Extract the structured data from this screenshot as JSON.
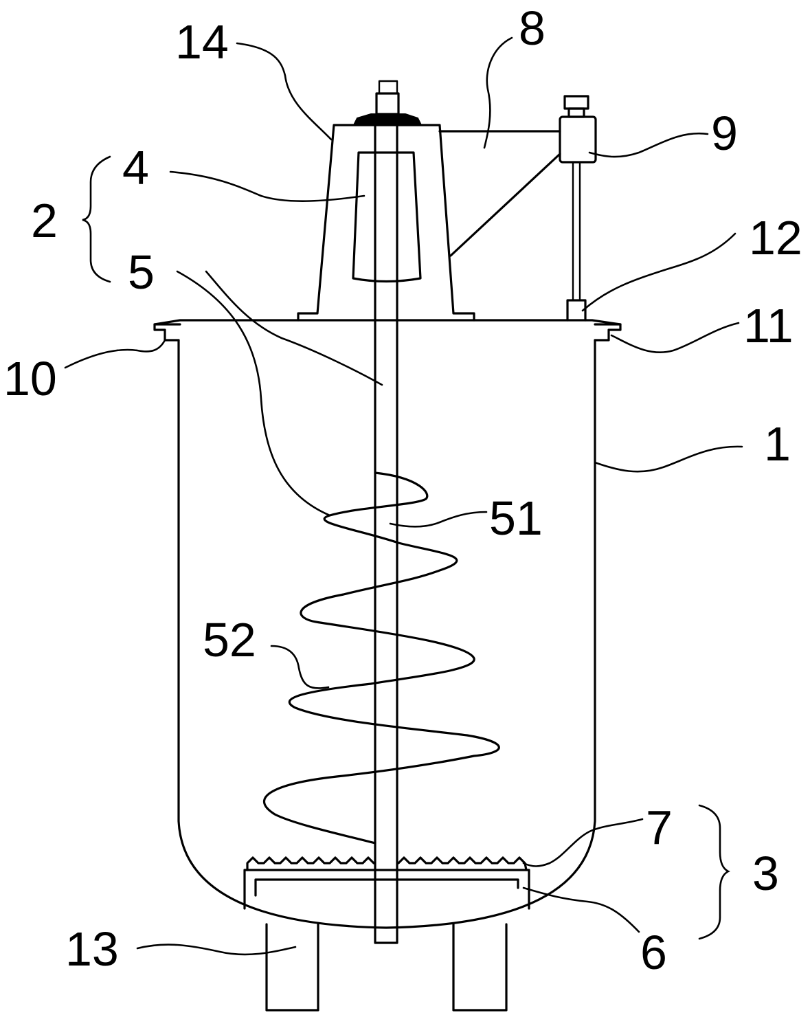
{
  "labels": {
    "l1": "1",
    "l2": "2",
    "l3": "3",
    "l4": "4",
    "l5": "5",
    "l51": "51",
    "l52": "52",
    "l6": "6",
    "l7": "7",
    "l8": "8",
    "l9": "9",
    "l10": "10",
    "l11": "11",
    "l12": "12",
    "l13": "13",
    "l14": "14"
  }
}
